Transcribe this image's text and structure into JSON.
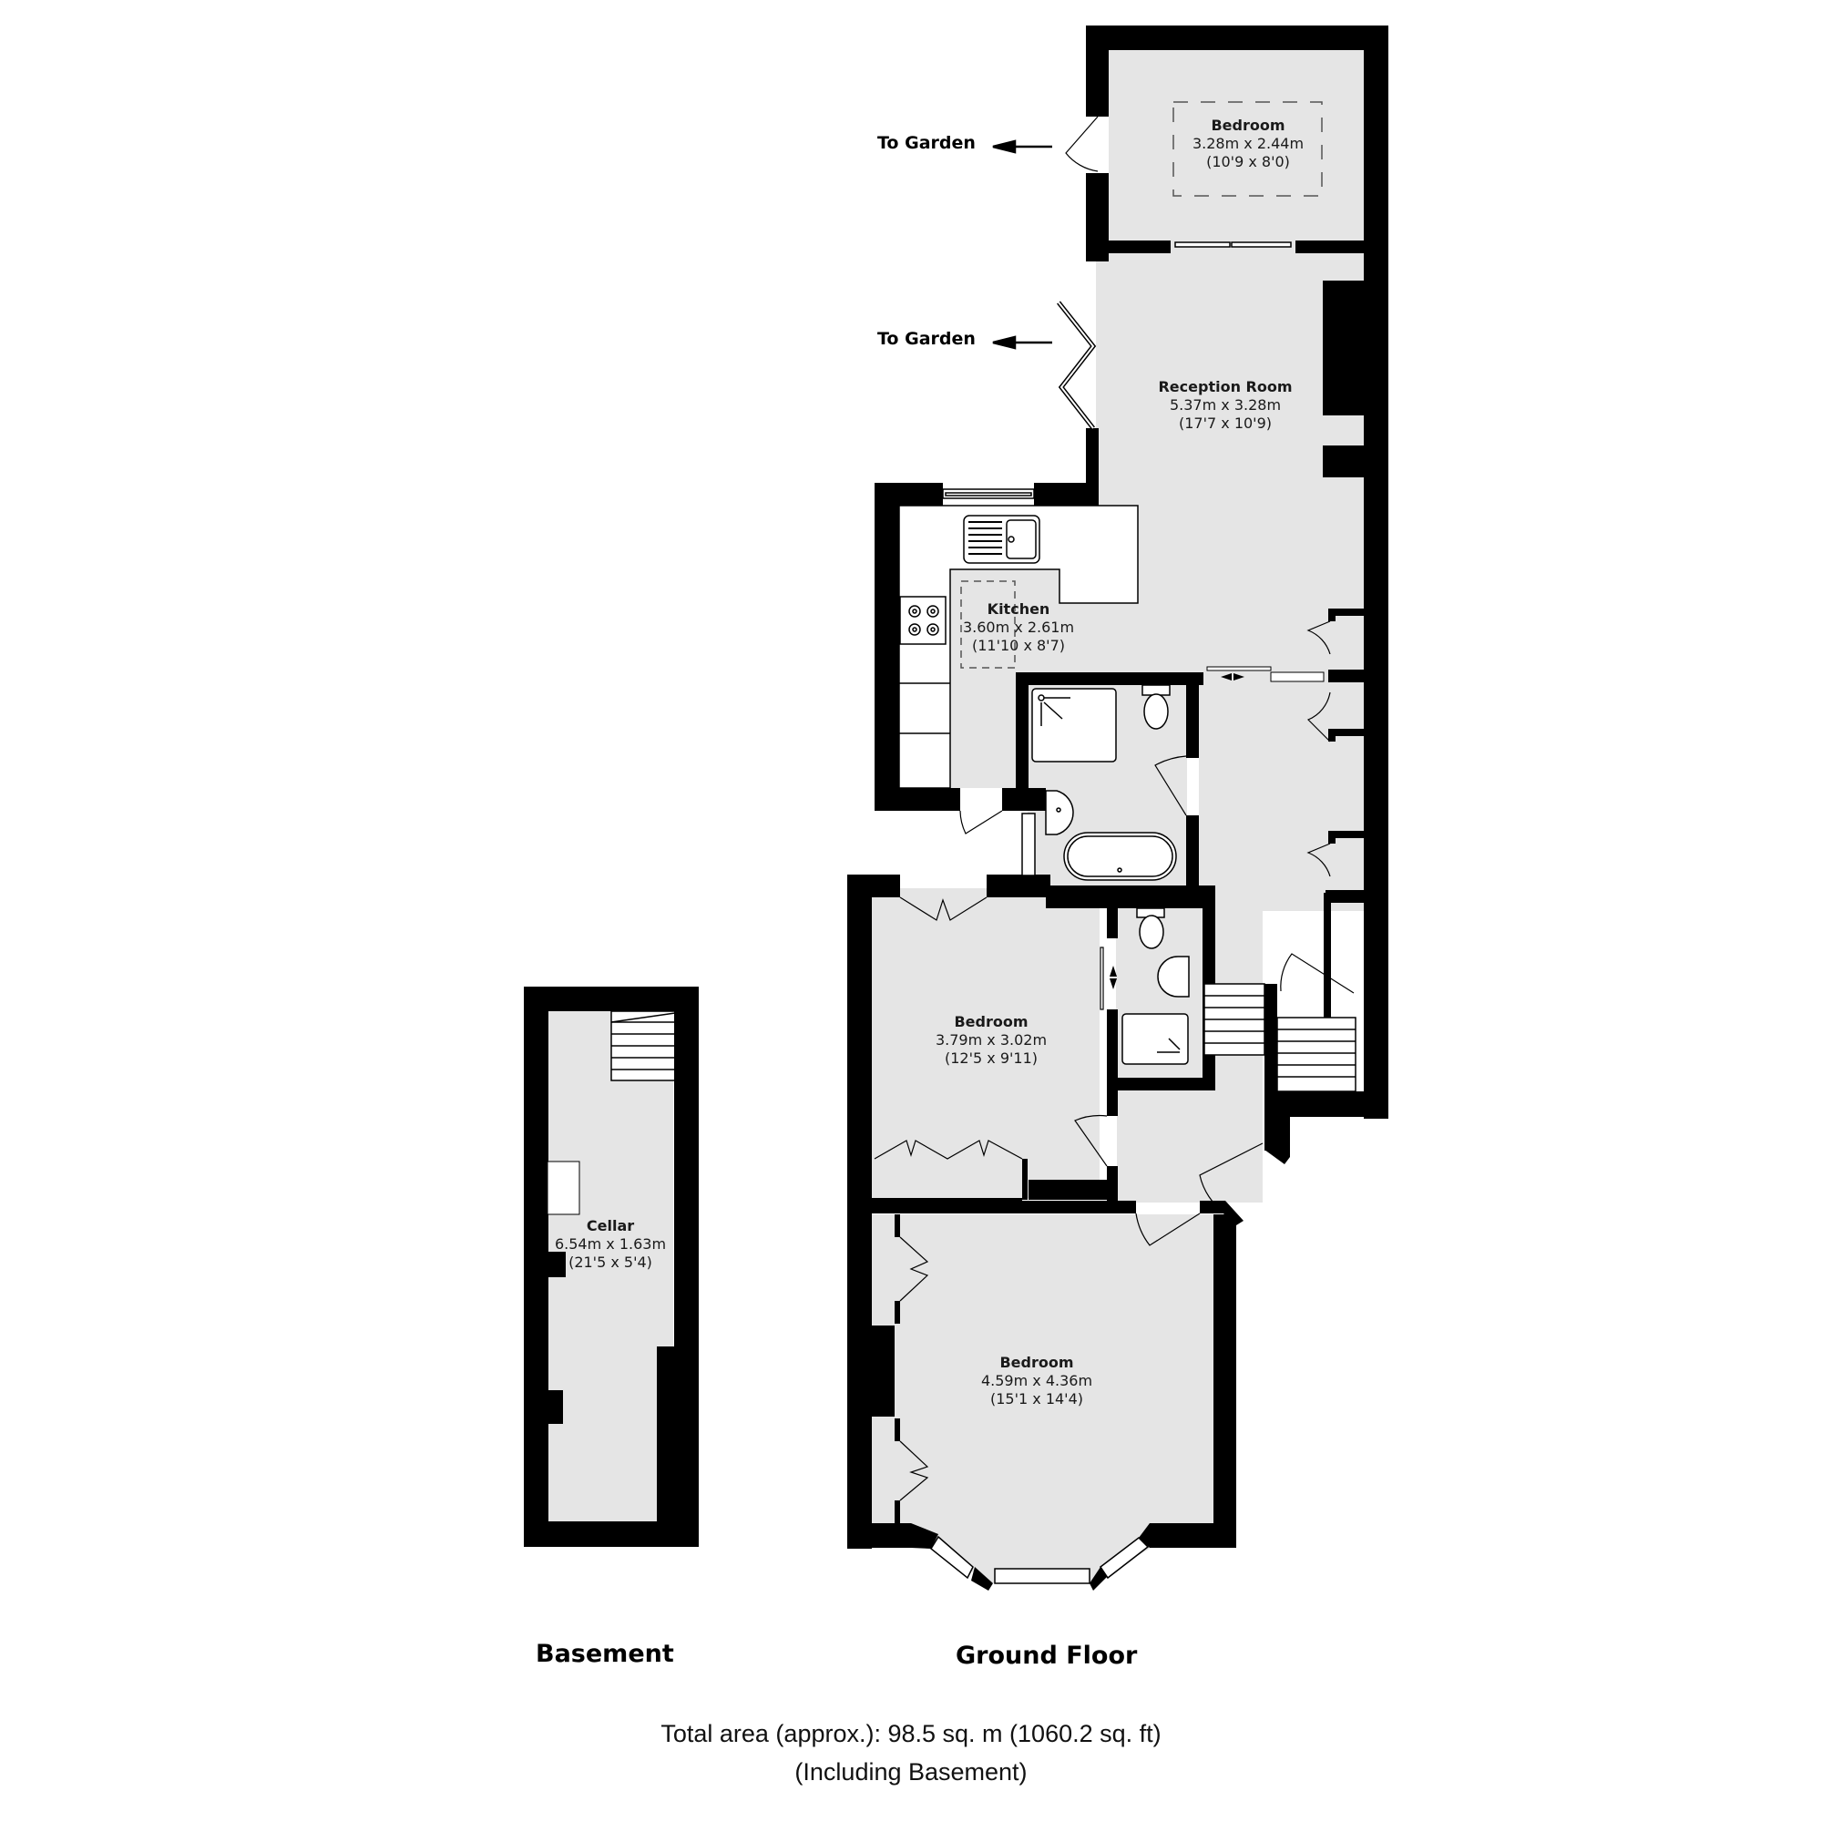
{
  "plan": {
    "floors": [
      {
        "id": "basement",
        "title": "Basement"
      },
      {
        "id": "ground",
        "title": "Ground Floor"
      }
    ],
    "rooms": [
      {
        "id": "bedroom_rear",
        "name": "Bedroom",
        "metric": "3.28m x 2.44m",
        "imperial": "(10'9 x 8'0)",
        "floor": "Ground Floor"
      },
      {
        "id": "reception",
        "name": "Reception Room",
        "metric": "5.37m x 3.28m",
        "imperial": "(17'7 x 10'9)",
        "floor": "Ground Floor"
      },
      {
        "id": "kitchen",
        "name": "Kitchen",
        "metric": "3.60m x 2.61m",
        "imperial": "(11'10 x 8'7)",
        "floor": "Ground Floor"
      },
      {
        "id": "bedroom_middle",
        "name": "Bedroom",
        "metric": "3.79m x 3.02m",
        "imperial": "(12'5 x 9'11)",
        "floor": "Ground Floor"
      },
      {
        "id": "bedroom_front",
        "name": "Bedroom",
        "metric": "4.59m x 4.36m",
        "imperial": "(15'1 x 14'4)",
        "floor": "Ground Floor"
      },
      {
        "id": "cellar",
        "name": "Cellar",
        "metric": "6.54m x 1.63m",
        "imperial": "(21'5 x 5'4)",
        "floor": "Basement"
      }
    ],
    "annotations": [
      {
        "id": "garden_1",
        "text": "To Garden"
      },
      {
        "id": "garden_2",
        "text": "To Garden"
      }
    ],
    "total_area": {
      "line1": "Total area (approx.): 98.5 sq. m (1060.2 sq. ft)",
      "line2": "(Including Basement)"
    },
    "colors": {
      "wall": "#000000",
      "floor": "#e5e5e5",
      "fixture": "#ffffff",
      "background": "#ffffff"
    }
  }
}
